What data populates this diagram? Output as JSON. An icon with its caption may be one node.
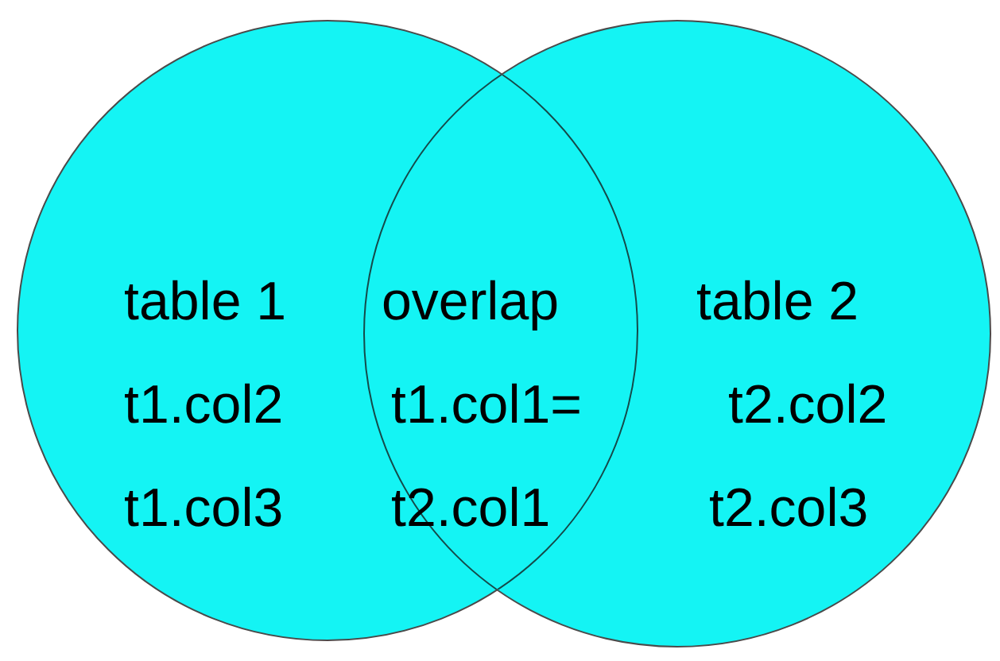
{
  "diagram": {
    "nodes": [
      {
        "text": [
          "table 1",
          "t1.col2",
          "t1.col3"
        ]
      },
      {
        "text": [
          "table 2",
          "t2.col2",
          "t2.col3"
        ]
      }
    ],
    "labels": [
      "overlap",
      "t1.col1= t2.col1"
    ]
  }
}
